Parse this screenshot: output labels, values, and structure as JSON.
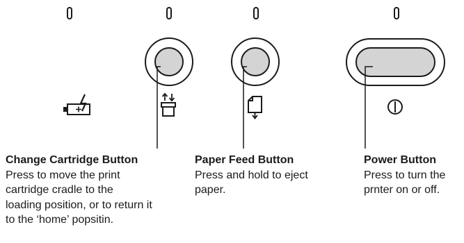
{
  "buttons": [
    {
      "name": "Change Cartridge Button",
      "description": "Press to move the print\ncartridge cradle to the\nloading position, or to return it\nto the ‘home’ popsitin."
    },
    {
      "name": "Paper Feed Button",
      "description": "Press and hold to eject\npaper."
    },
    {
      "name": "Power Button",
      "description": "Press to turn the\nprnter on or off."
    }
  ],
  "colors": {
    "button_fill": "#d4d4d4",
    "outline": "#1a1a1a"
  },
  "icons": {
    "battery": "battery-charging-icon",
    "cartridge": "cartridge-icon",
    "paper_feed": "paper-feed-icon",
    "power": "power-icon"
  }
}
